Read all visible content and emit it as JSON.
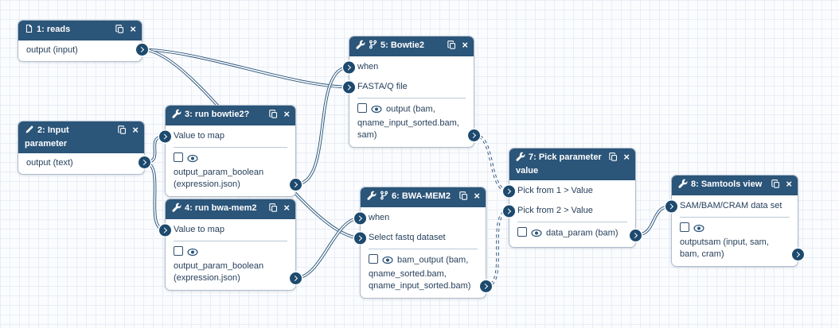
{
  "app": {
    "name": "workflow-editor-canvas"
  },
  "colors": {
    "header_bg": "#2b5579",
    "port_bg": "#1d4a6e",
    "wire": "#2b5579",
    "wire_gap": "#fbfcfe",
    "body_text": "#27405c",
    "node_border": "#aebccb",
    "grid_line": "#e9edf5",
    "canvas_bg": "#fbfcfe"
  },
  "header_actions": {
    "duplicate": "duplicate",
    "close": "×"
  },
  "nodes": [
    {
      "id": "n1",
      "type": "data-input",
      "icon": "file",
      "title": "1: reads",
      "title_lines": [
        "1: reads"
      ],
      "outputs": [
        {
          "lines": [
            "output (input)"
          ],
          "checkbox": false
        }
      ]
    },
    {
      "id": "n2",
      "type": "parameter-input",
      "icon": "pencil",
      "title": "2: Input parameter",
      "title_lines": [
        "2: Input",
        "parameter"
      ],
      "outputs": [
        {
          "lines": [
            "output (text)"
          ],
          "checkbox": false
        }
      ]
    },
    {
      "id": "n3",
      "type": "tool",
      "icon": "wrench",
      "title": "3: run bowtie2?",
      "title_lines": [
        "3: run bowtie2?"
      ],
      "inputs": [
        {
          "label": "Value to map"
        }
      ],
      "outputs": [
        {
          "lines": [
            "output_param_boolean",
            "(expression.json)"
          ],
          "checkbox": true
        }
      ]
    },
    {
      "id": "n4",
      "type": "tool",
      "icon": "wrench",
      "title": "4: run bwa-mem2",
      "title_lines": [
        "4: run bwa-mem2"
      ],
      "inputs": [
        {
          "label": "Value to map"
        }
      ],
      "outputs": [
        {
          "lines": [
            "output_param_boolean",
            "(expression.json)"
          ],
          "checkbox": true
        }
      ]
    },
    {
      "id": "n5",
      "type": "tool-conditional",
      "icon": "wrench+branch",
      "title": "5: Bowtie2",
      "title_lines": [
        "5: Bowtie2"
      ],
      "inputs": [
        {
          "label": "when"
        },
        {
          "label": "FASTA/Q file"
        }
      ],
      "outputs": [
        {
          "lines": [
            "output (bam,",
            "qname_input_sorted.bam,",
            "sam)"
          ],
          "checkbox": true
        }
      ]
    },
    {
      "id": "n6",
      "type": "tool-conditional",
      "icon": "wrench+branch",
      "title": "6: BWA-MEM2",
      "title_lines": [
        "6: BWA-MEM2"
      ],
      "inputs": [
        {
          "label": "when"
        },
        {
          "label": "Select fastq dataset"
        }
      ],
      "outputs": [
        {
          "lines": [
            "bam_output (bam,",
            "qname_sorted.bam,",
            "qname_input_sorted.bam)"
          ],
          "checkbox": true
        }
      ]
    },
    {
      "id": "n7",
      "type": "tool",
      "icon": "wrench",
      "title": "7: Pick parameter value",
      "title_lines": [
        "7: Pick parameter",
        "value"
      ],
      "inputs": [
        {
          "label": "Pick from 1 > Value"
        },
        {
          "label": "Pick from 2 > Value"
        }
      ],
      "outputs": [
        {
          "lines": [
            "data_param (bam)"
          ],
          "checkbox": true
        }
      ]
    },
    {
      "id": "n8",
      "type": "tool",
      "icon": "wrench",
      "title": "8: Samtools view",
      "title_lines": [
        "8: Samtools view"
      ],
      "inputs": [
        {
          "label": "SAM/BAM/CRAM data set"
        }
      ],
      "outputs": [
        {
          "lines": [
            "outputsam (input, sam,",
            "bam, cram)"
          ],
          "checkbox": true
        }
      ]
    }
  ],
  "connections": [
    {
      "from": "n1.out0",
      "to": "n5.in1",
      "style": "solid"
    },
    {
      "from": "n1.out0",
      "to": "n6.in1",
      "style": "solid"
    },
    {
      "from": "n2.out0",
      "to": "n3.in0",
      "style": "solid"
    },
    {
      "from": "n2.out0",
      "to": "n4.in0",
      "style": "solid"
    },
    {
      "from": "n3.out0",
      "to": "n5.in0",
      "style": "solid"
    },
    {
      "from": "n4.out0",
      "to": "n6.in0",
      "style": "solid"
    },
    {
      "from": "n5.out0",
      "to": "n7.in0",
      "style": "dashed"
    },
    {
      "from": "n6.out0",
      "to": "n7.in1",
      "style": "dashed"
    },
    {
      "from": "n7.out0",
      "to": "n8.in0",
      "style": "solid"
    }
  ]
}
